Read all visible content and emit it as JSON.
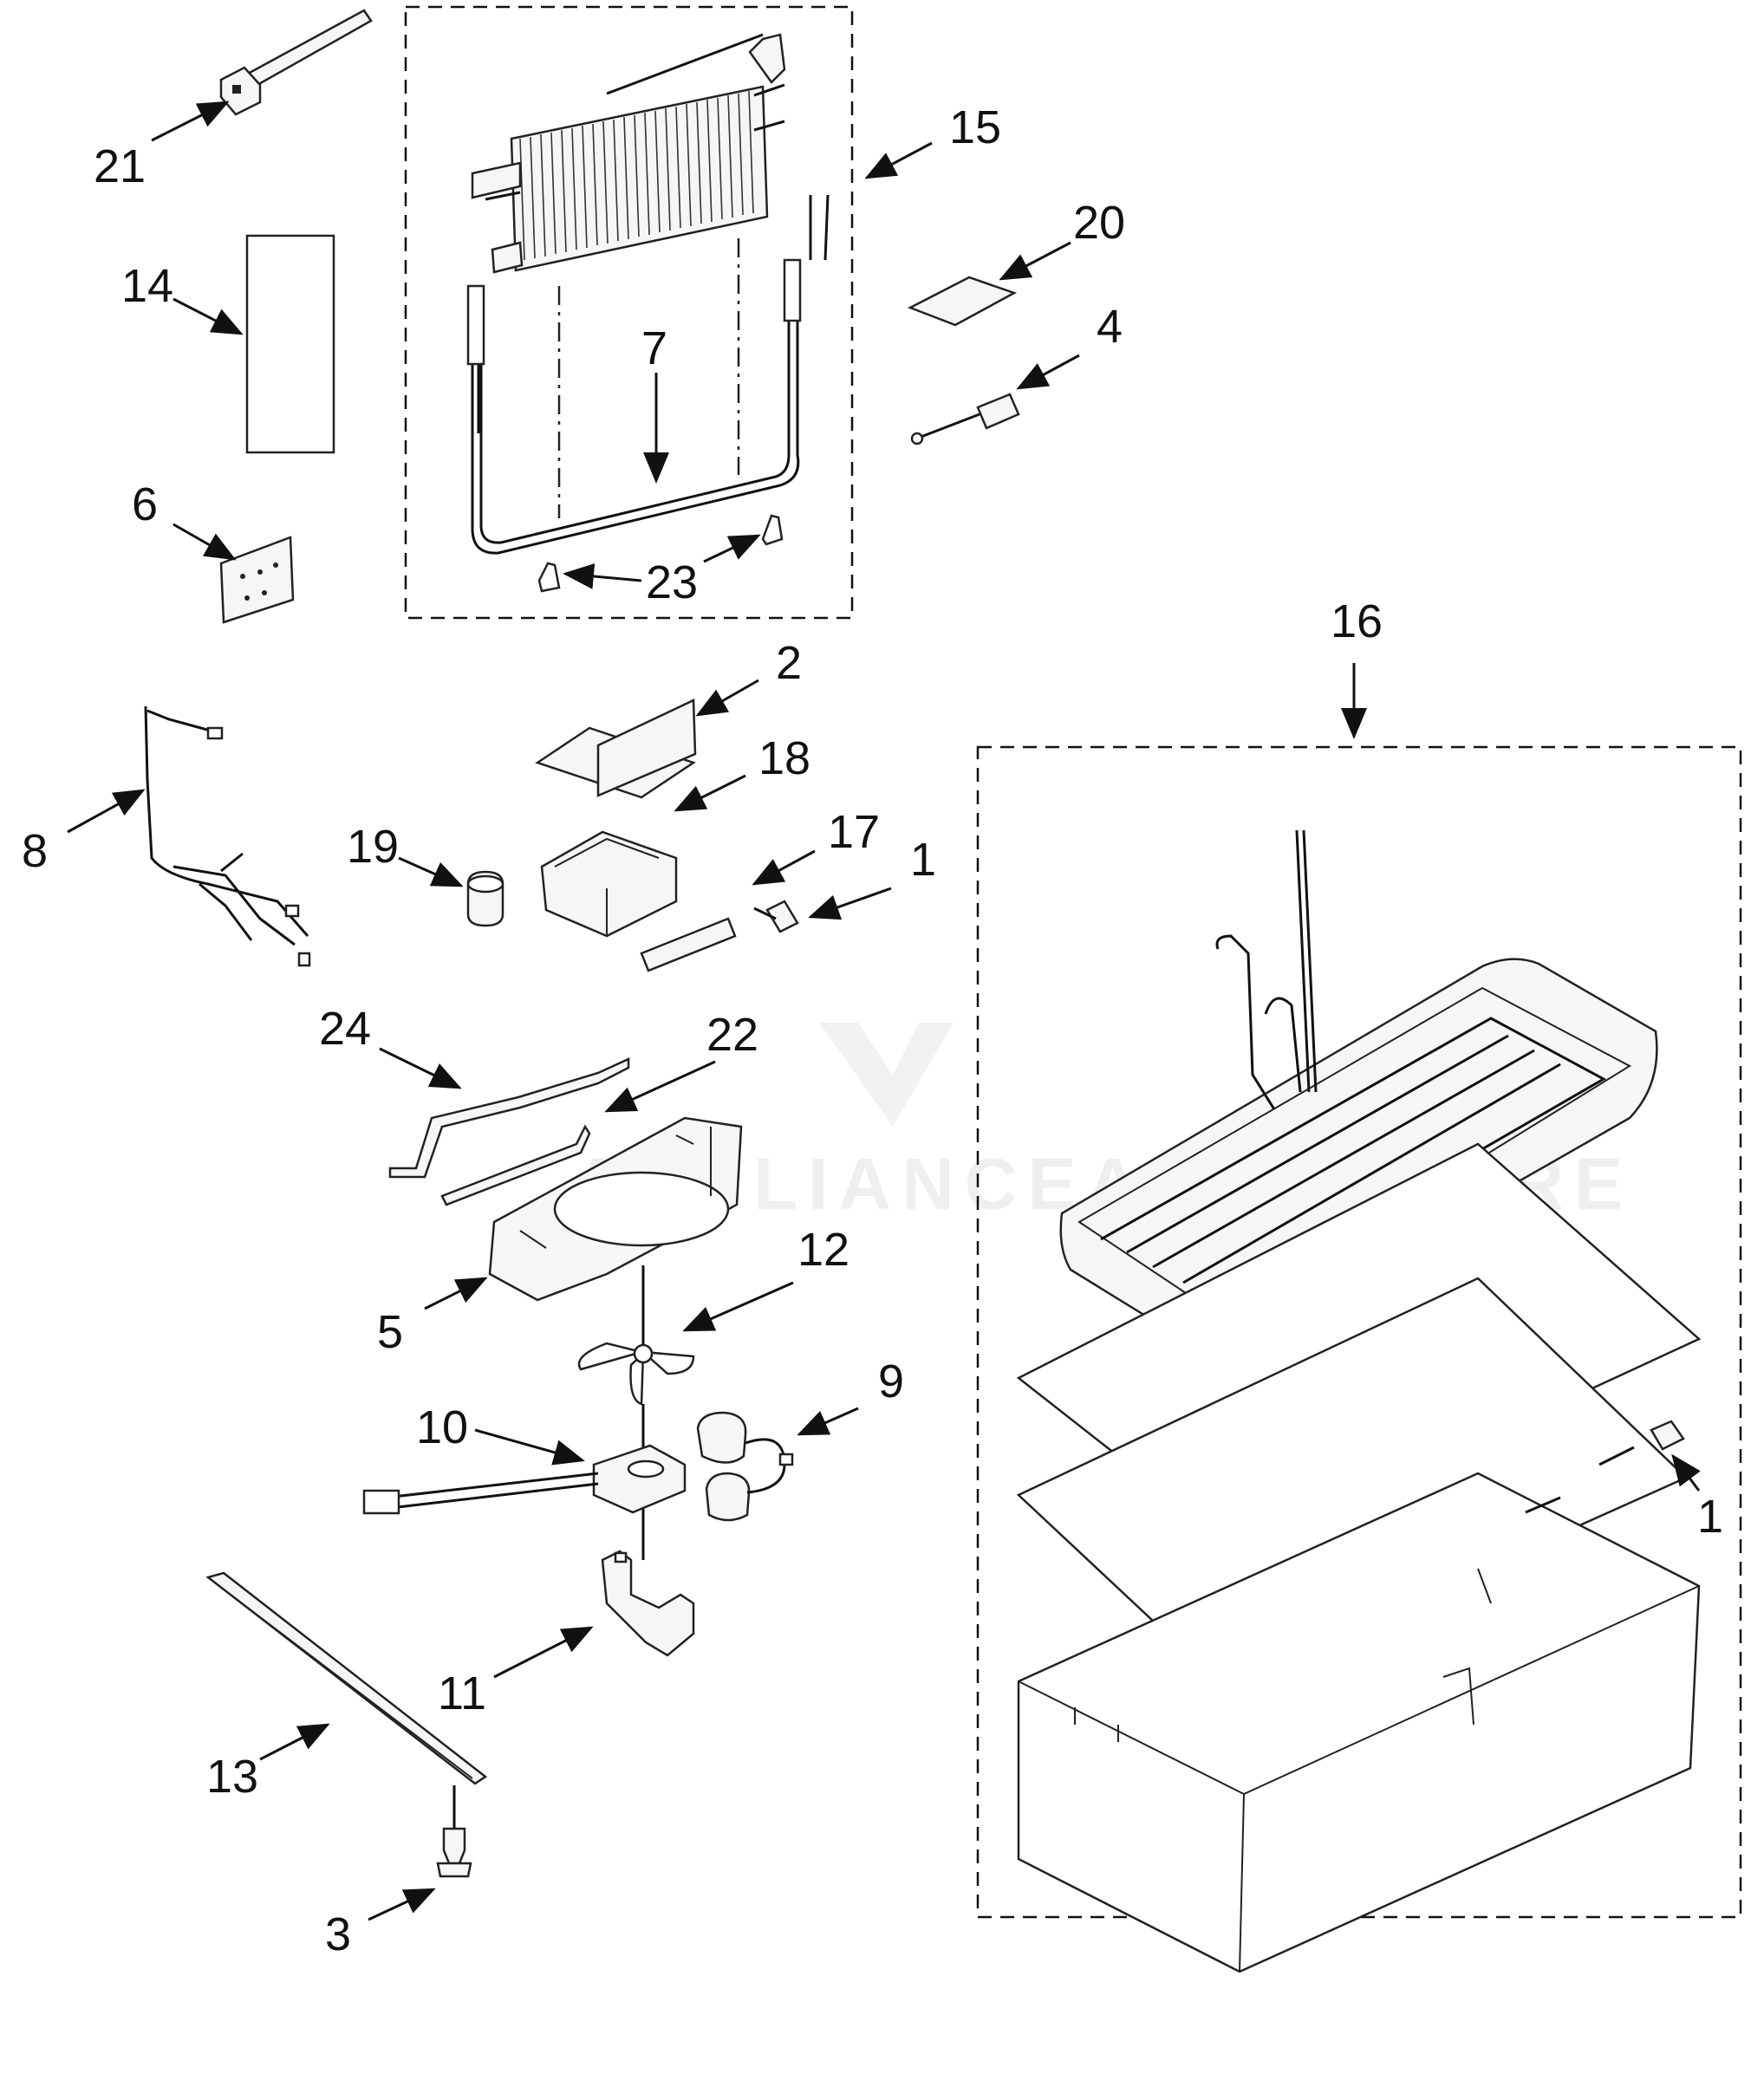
{
  "watermark": "APPLIANCEADVENTURE",
  "callouts": [
    {
      "id": "21",
      "label": "21"
    },
    {
      "id": "15",
      "label": "15"
    },
    {
      "id": "14",
      "label": "14"
    },
    {
      "id": "20",
      "label": "20"
    },
    {
      "id": "7",
      "label": "7"
    },
    {
      "id": "4",
      "label": "4"
    },
    {
      "id": "6",
      "label": "6"
    },
    {
      "id": "23",
      "label": "23"
    },
    {
      "id": "16",
      "label": "16"
    },
    {
      "id": "2",
      "label": "2"
    },
    {
      "id": "18",
      "label": "18"
    },
    {
      "id": "8",
      "label": "8"
    },
    {
      "id": "19",
      "label": "19"
    },
    {
      "id": "17",
      "label": "17"
    },
    {
      "id": "1a",
      "label": "1"
    },
    {
      "id": "24",
      "label": "24"
    },
    {
      "id": "22",
      "label": "22"
    },
    {
      "id": "12",
      "label": "12"
    },
    {
      "id": "5",
      "label": "5"
    },
    {
      "id": "9",
      "label": "9"
    },
    {
      "id": "10",
      "label": "10"
    },
    {
      "id": "1b",
      "label": "1"
    },
    {
      "id": "11",
      "label": "11"
    },
    {
      "id": "13",
      "label": "13"
    },
    {
      "id": "3",
      "label": "3"
    }
  ]
}
